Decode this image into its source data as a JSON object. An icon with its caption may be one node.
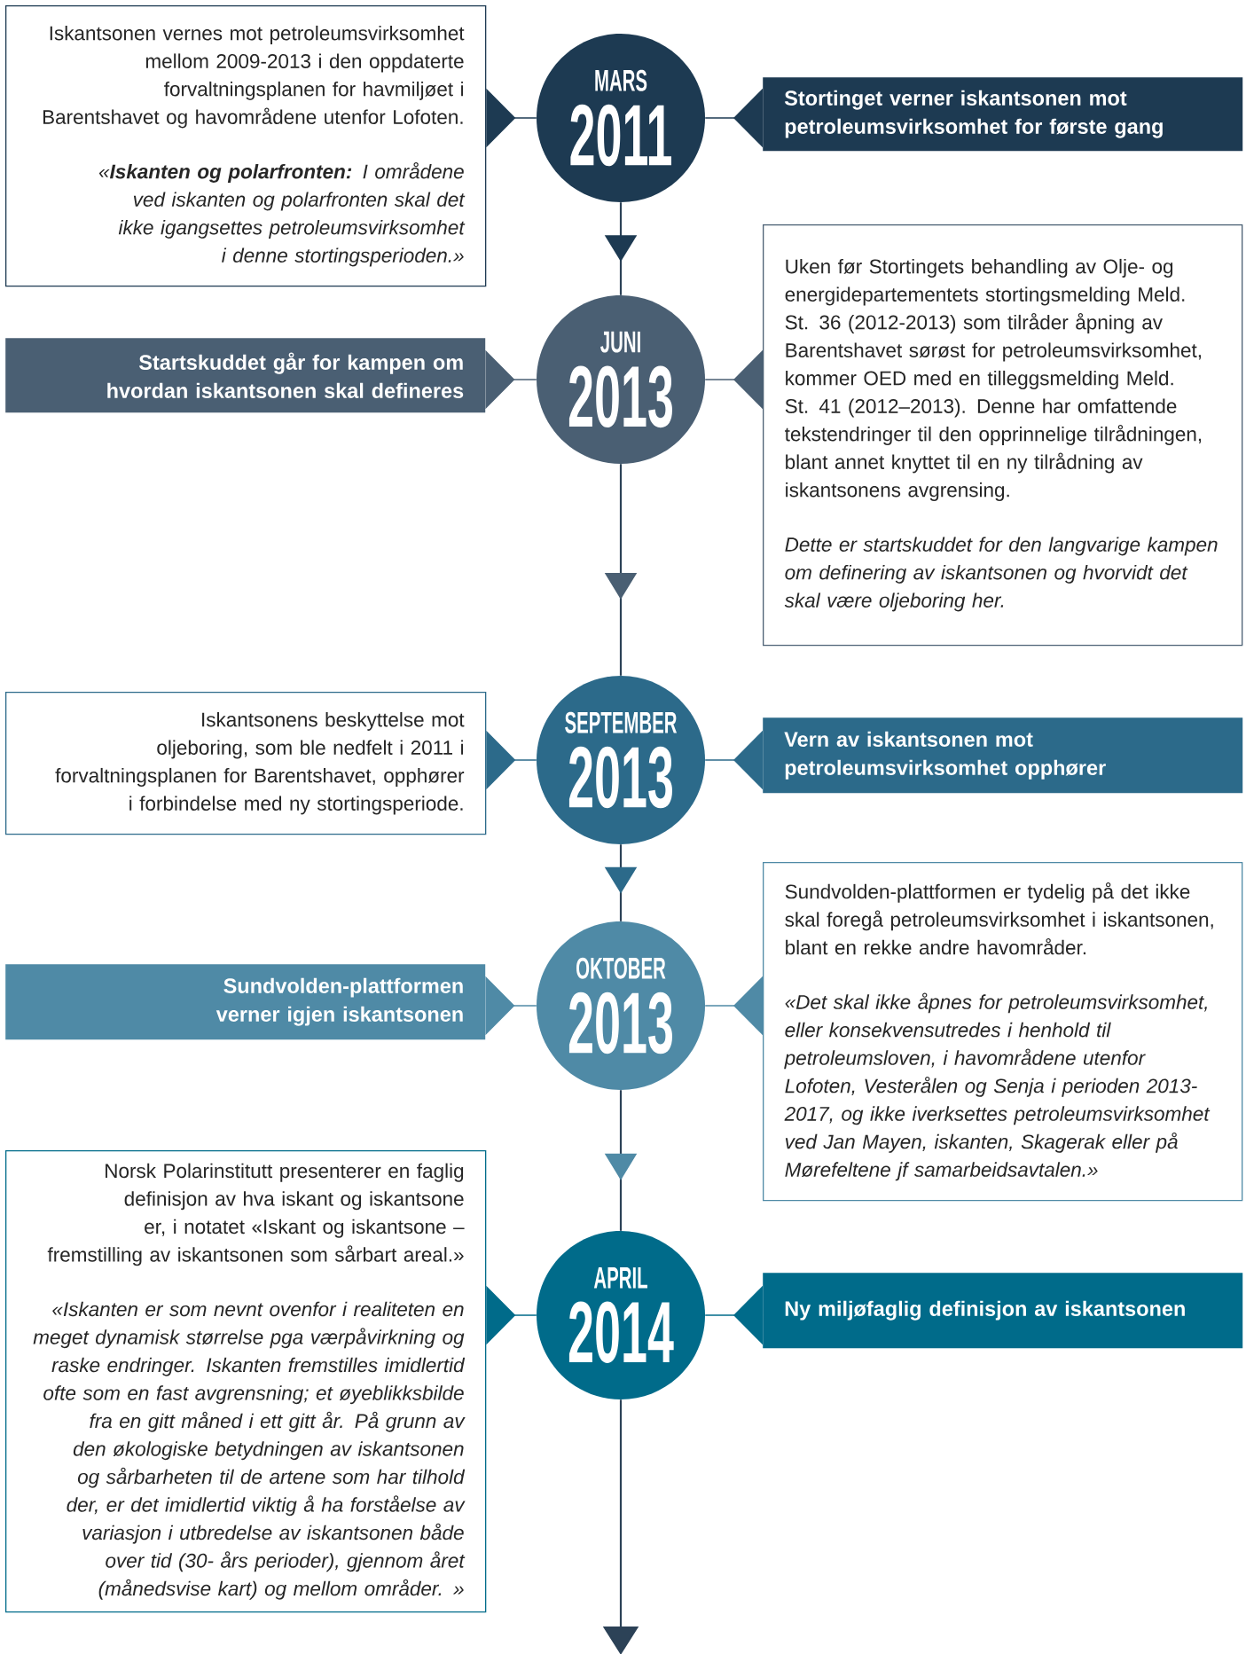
{
  "diagram": {
    "nodes": [
      {
        "text": [
          "MARS",
          "2011"
        ]
      },
      {
        "text": [
          "Iskantsonen vernes mot petroleumsvirksomhet mellom 2009-2013 i den oppdaterte forvaltningsplanen for havmiljøet i Barentshavet og havområdene utenfor Lofoten.",
          "«**Iskanten og polarfronten:** I områdene ved iskanten og polarfronten skal det ikke igangsettes petroleumsvirksomhet i denne stortingsperioden.»"
        ]
      },
      {
        "text": [
          "Stortinget verner iskantsonen mot petroleumsvirksomhet for første gang"
        ]
      },
      {
        "text": [
          "JUNI",
          "2013"
        ]
      },
      {
        "text": [
          "Startskuddet går for kampen om hvordan iskantsonen skal defineres"
        ]
      },
      {
        "text": [
          "Uken før Stortingets behandling av Olje- og energidepartementets stortingsmelding Meld. St. 36 (2012-2013) som tilråder åpning av Barentshavet sørøst for petroleumsvirksomhet, kommer OED med en tilleggsmelding Meld. St. 41 (2012–2013). Denne har omfattende tekstendringer til den opprinnelige tilrådningen, blant annet knyttet til en ny tilrådning av iskantsonens avgrensing.",
          "Dette er startskuddet for den langvarige kampen om definering av iskantsonen og hvorvidt det skal være oljeboring her."
        ]
      },
      {
        "text": [
          "SEPTEMBER",
          "2013"
        ]
      },
      {
        "text": [
          "Iskantsonens beskyttelse mot oljeboring, som ble nedfelt i 2011 i forvaltningsplanen for Barentshavet, opphører i forbindelse med ny stortingsperiode."
        ]
      },
      {
        "text": [
          "Vern av iskantsonen mot petroleumsvirksomhet opphører"
        ]
      },
      {
        "text": [
          "OKTOBER",
          "2013"
        ]
      },
      {
        "text": [
          "Sundvolden-plattformen verner igjen iskantsonen"
        ]
      },
      {
        "text": [
          "Sundvolden-plattformen er tydelig på det ikke skal foregå petroleumsvirksomhet i iskantsonen, blant en rekke andre havområder.",
          "«Det skal ikke åpnes for petroleumsvirksomhet, eller konsekvensutredes i henhold til petroleumsloven, i havområdene utenfor Lofoten, Vesterålen og Senja i perioden 2013-2017, og ikke iverksettes petroleumsvirksomhet ved Jan Mayen, iskanten, Skagerak eller på Mørefeltene jf samarbeidsavtalen.»"
        ]
      },
      {
        "text": [
          "APRIL",
          "2014"
        ]
      },
      {
        "text": [
          "Norsk Polarinstitutt presenterer en faglig definisjon av hva iskant og iskantsone er, i notatet «Iskant og iskantsone – fremstilling av iskantsonen som sårbart areal.»",
          "«Iskanten er som nevnt ovenfor i realiteten en meget dynamisk størrelse pga værpåvirkning og raske endringer. Iskanten fremstilles imidlertid ofte som en fast avgrensning; et øyeblikksbilde fra en gitt måned i ett gitt år. På grunn av den økologiske betydningen av iskantsonen og sårbarheten til de artene som har tilhold der, er det imidlertid viktig å ha forståelse av variasjon i utbredelse av iskantsonen både over tid (30- års perioder), gjennom året (månedsvise kart) og mellom områder. »"
        ]
      },
      {
        "text": [
          "Ny miljøfaglig definisjon av iskantsonen"
        ]
      }
    ],
    "edges": [
      {
        "from": 1,
        "to": 0,
        "arrow": "to"
      },
      {
        "from": 2,
        "to": 0,
        "arrow": "to"
      },
      {
        "from": 0,
        "to": 3,
        "arrow": "to"
      },
      {
        "from": 4,
        "to": 3,
        "arrow": "to"
      },
      {
        "from": 5,
        "to": 3,
        "arrow": "to"
      },
      {
        "from": 3,
        "to": 6,
        "arrow": "to"
      },
      {
        "from": 7,
        "to": 6,
        "arrow": "to"
      },
      {
        "from": 8,
        "to": 6,
        "arrow": "to"
      },
      {
        "from": 6,
        "to": 9,
        "arrow": "to"
      },
      {
        "from": 10,
        "to": 9,
        "arrow": "to"
      },
      {
        "from": 11,
        "to": 9,
        "arrow": "to"
      },
      {
        "from": 9,
        "to": 12,
        "arrow": "to"
      },
      {
        "from": 13,
        "to": 12,
        "arrow": "to"
      },
      {
        "from": 14,
        "to": 12,
        "arrow": "to"
      },
      {
        "from": 12,
        "to": null,
        "arrow": "to"
      }
    ]
  }
}
